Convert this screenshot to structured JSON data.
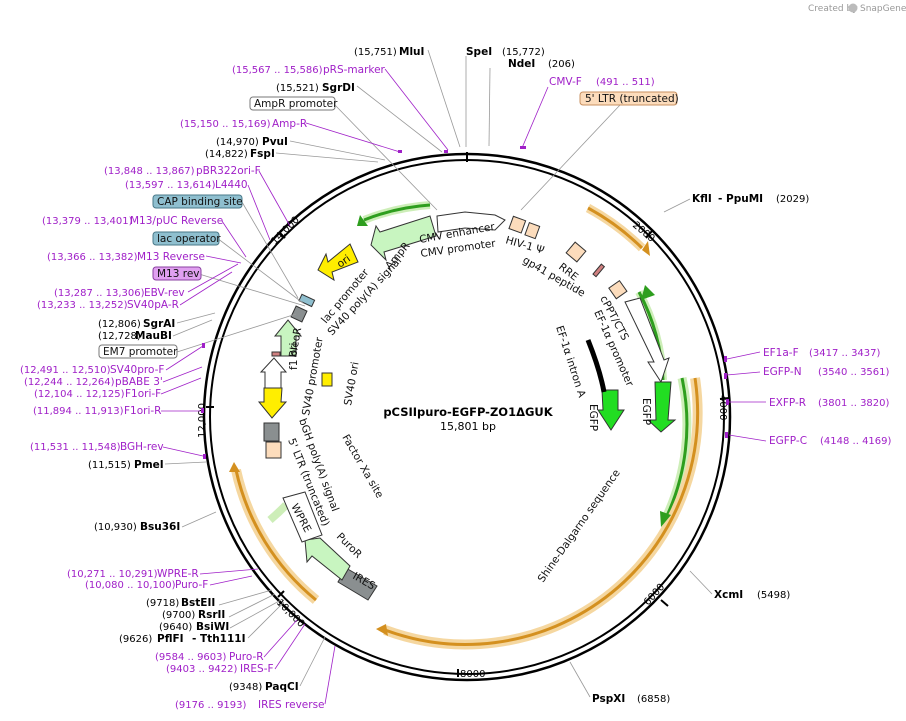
{
  "credit": {
    "created_by": "Created by",
    "brand": "SnapGene"
  },
  "plasmid": {
    "name": "pCSIIpuro-EGFP-ZO1ΔGUK",
    "size": "15,801 bp"
  },
  "ruler": [
    "2000",
    "4000",
    "6000",
    "8000",
    "10,000",
    "12,000",
    "14,000"
  ],
  "colors": {
    "primer": "#a020c8",
    "ring": "#000000",
    "orange_feature": "#e09a2a",
    "green_feature": "#3fbf2f",
    "promoter_arrow": "#ffffff",
    "resistance_arrow": "#c8f5c0",
    "ori_arrow": "#ffee00",
    "ltr_box": "#fcdcbc",
    "misc_box": "#8fbfcf"
  },
  "sites_right": [
    {
      "name": "SpeI",
      "pos": "(15,772)"
    },
    {
      "name": "NdeI",
      "pos": "(206)"
    },
    {
      "name": "KflI",
      "extra": "- PpuMI",
      "pos": "(2029)"
    },
    {
      "name": "XcmI",
      "pos": "(5498)"
    },
    {
      "name": "PspXI",
      "pos": "(6858)"
    }
  ],
  "primers_right": [
    {
      "name": "CMV-F",
      "pos": "(491 .. 511)"
    },
    {
      "name": "EF1a-F",
      "pos": "(3417 .. 3437)"
    },
    {
      "name": "EGFP-N",
      "pos": "(3540 .. 3561)"
    },
    {
      "name": "EXFP-R",
      "pos": "(3801 .. 3820)"
    },
    {
      "name": "EGFP-C",
      "pos": "(4148 .. 4169)"
    }
  ],
  "box_right": {
    "label": "5' LTR (truncated)"
  },
  "sites_left": [
    {
      "pos": "(15,751)",
      "name": "MluI"
    },
    {
      "pos": "(15,521)",
      "name": "SgrDI"
    },
    {
      "pos": "(14,970)",
      "name": "PvuI"
    },
    {
      "pos": "(14,822)",
      "name": "FspI"
    },
    {
      "pos": "(12,806)",
      "name": "SgrAI"
    },
    {
      "pos": "(12,728)",
      "name": "MauBI"
    },
    {
      "pos": "(11,515)",
      "name": "PmeI"
    },
    {
      "pos": "(10,930)",
      "name": "Bsu36I"
    },
    {
      "pos": "(9718)",
      "name": "BstEII"
    },
    {
      "pos": "(9700)",
      "name": "RsrII"
    },
    {
      "pos": "(9640)",
      "name": "BsiWI"
    },
    {
      "pos": "(9626)",
      "name": "PflFI",
      "extra": "- Tth111I"
    },
    {
      "pos": "(9348)",
      "name": "PaqCI"
    }
  ],
  "primers_left": [
    {
      "pos": "(15,567 .. 15,586)",
      "name": "pRS-marker"
    },
    {
      "pos": "(15,150 .. 15,169)",
      "name": "Amp-R"
    },
    {
      "pos": "(13,848 .. 13,867)",
      "name": "pBR322ori-F"
    },
    {
      "pos": "(13,597 .. 13,614)",
      "name": "L4440"
    },
    {
      "pos": "(13,379 .. 13,401)",
      "name": "M13/pUC Reverse"
    },
    {
      "pos": "(13,366 .. 13,382)",
      "name": "M13 Reverse"
    },
    {
      "pos": "(13,287 .. 13,306)",
      "name": "EBV-rev"
    },
    {
      "pos": "(13,233 .. 13,252)",
      "name": "SV40pA-R"
    },
    {
      "pos": "(12,491 .. 12,510)",
      "name": "SV40pro-F"
    },
    {
      "pos": "(12,244 .. 12,264)",
      "name": "pBABE 3'"
    },
    {
      "pos": "(12,104 .. 12,125)",
      "name": "F1ori-F"
    },
    {
      "pos": "(11,894 .. 11,913)",
      "name": "F1ori-R"
    },
    {
      "pos": "(11,531 .. 11,548)",
      "name": "BGH-rev"
    },
    {
      "pos": "(10,271 .. 10,291)",
      "name": "WPRE-R"
    },
    {
      "pos": "(10,080 .. 10,100)",
      "name": "Puro-F"
    },
    {
      "pos": "(9584 .. 9603)",
      "name": "Puro-R"
    },
    {
      "pos": "(9403 .. 9422)",
      "name": "IRES-F"
    },
    {
      "pos": "(9176 .. 9193)",
      "name": "IRES reverse"
    }
  ],
  "boxes_left": [
    {
      "label": "AmpR promoter"
    },
    {
      "label": "CAP binding site"
    },
    {
      "label": "lac operator"
    },
    {
      "label": "M13 rev"
    },
    {
      "label": "EM7 promoter"
    }
  ],
  "features_inner": {
    "cmv_enhancer": "CMV enhancer",
    "cmv_promoter": "CMV promoter",
    "hiv_psi": "HIV-1 Ψ",
    "rre": "RRE",
    "gp41": "gp41 peptide",
    "cppt": "cPPT/CTS",
    "ef1a_promoter": "EF-1α promoter",
    "ef1a_intron": "EF-1α intron A",
    "egfp_a": "EGFP",
    "egfp_b": "EGFP",
    "shine": "Shine-Dalgarno sequence",
    "factor_xa": "Factor Xa site",
    "puro": "PuroR",
    "ires": "IRES",
    "wpre": "WPRE",
    "ltr3": "5' LTR (truncated)",
    "bgh": "bGH poly(A) signal",
    "f1ori": "f1 ori",
    "sv40prom": "SV40 promoter",
    "sv40ori": "SV40 ori",
    "bleor": "BleoR",
    "ampr": "AmpR",
    "ori": "ori",
    "lacprom": "lac promoter",
    "sv40pa": "SV40 poly(A) signal"
  }
}
